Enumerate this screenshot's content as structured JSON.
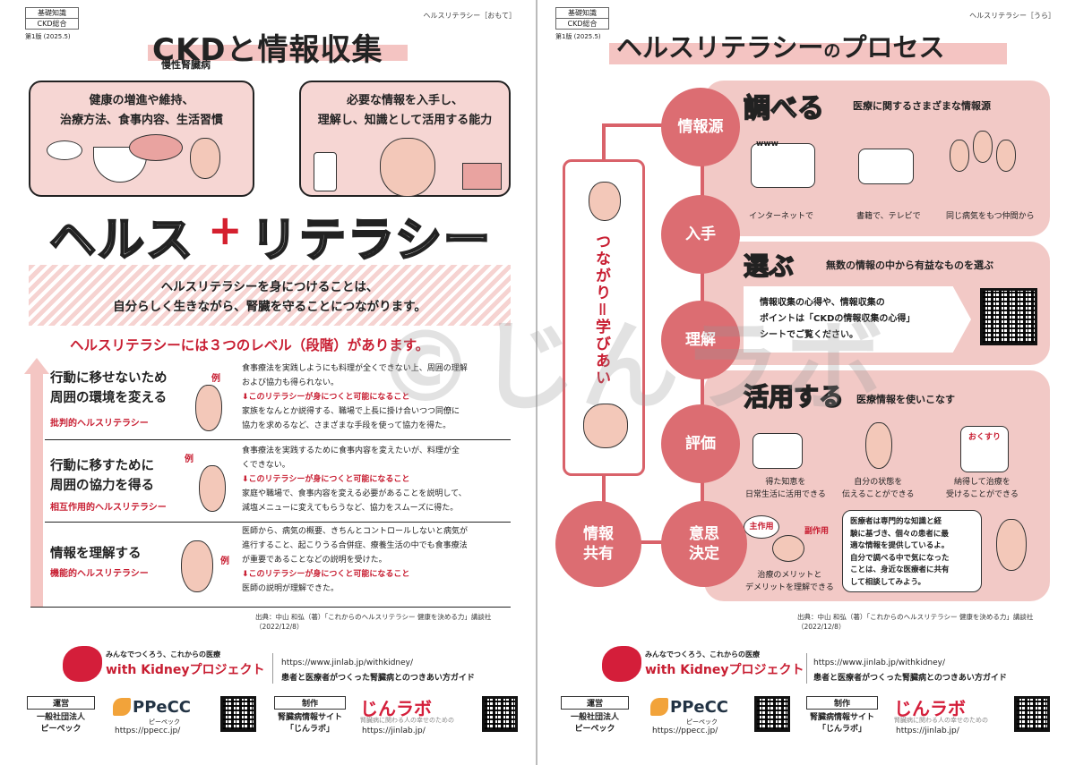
{
  "left": {
    "tag": [
      "基礎知識",
      "CKD総合"
    ],
    "edition": "第1版 (2025.5)",
    "corner": "ヘルスリテラシー［おもて］",
    "title": "CKDと情報収集",
    "title_ruby": "慢性腎臓病",
    "bubble1": [
      "健康の増進や維持、",
      "治療方法、食事内容、生活習慣"
    ],
    "bubble2": [
      "必要な情報を入手し、",
      "理解し、知識として活用する能力"
    ],
    "big_word_a": "ヘルス",
    "big_plus": "+",
    "big_word_b": "リテラシー",
    "banner": [
      "ヘルスリテラシーを身につけることは、",
      "自分らしく生きながら、腎臓を守ることにつながります。"
    ],
    "levels_heading": "ヘルスリテラシーには３つのレベル（段階）があります。",
    "example_label": "例",
    "levels": [
      {
        "title": [
          "行動に移せないため",
          "周囲の環境を変える"
        ],
        "subtitle": "批判的ヘルスリテラシー",
        "before": [
          "食事療法を実践しようにも料理が全くできない上、周囲の理解",
          "および協力も得られない。"
        ],
        "arrow": "このリテラシーが身につくと可能になること",
        "after": [
          "家族をなんとか説得する、職場で上長に掛け合いつつ同僚に",
          "協力を求めるなど、さまざまな手段を使って協力を得た。"
        ]
      },
      {
        "title": [
          "行動に移すために",
          "周囲の協力を得る"
        ],
        "subtitle": "相互作用的ヘルスリテラシー",
        "before": [
          "食事療法を実践するために食事内容を変えたいが、料理が全",
          "くできない。"
        ],
        "arrow": "このリテラシーが身につくと可能になること",
        "after": [
          "家庭や職場で、食事内容を変える必要があることを説明して、",
          "減塩メニューに変えてもらうなど、協力をスムーズに得た。"
        ]
      },
      {
        "title": [
          "情報を理解する"
        ],
        "subtitle": "機能的ヘルスリテラシー",
        "before": [
          "医師から、病気の概要、きちんとコントロールしないと病気が",
          "進行すること、起こりうる合併症、療養生活の中でも食事療法",
          "が重要であることなどの説明を受けた。"
        ],
        "arrow": "このリテラシーが身につくと可能になること",
        "after": [
          "医師の説明が理解できた。"
        ]
      }
    ],
    "source": "出典：中山 和弘（著）「これからのヘルスリテラシー 健康を決める力」講談社（2022/12/8）"
  },
  "right": {
    "tag": [
      "基礎知識",
      "CKD総合"
    ],
    "edition": "第1版 (2025.5)",
    "corner": "ヘルスリテラシー［うら］",
    "title_a": "ヘルスリテラシー",
    "title_no": "の",
    "title_b": "プロセス",
    "vertical_text": "つながり＝学びあい",
    "nodes": [
      "情報源",
      "入手",
      "理解",
      "評価",
      "意思\n決定",
      "情報\n共有"
    ],
    "sec1": {
      "head": "調べる",
      "desc": "医療に関するさまざまな情報源",
      "items": [
        "インターネットで",
        "書籍で、テレビで",
        "同じ病気をもつ仲間から"
      ]
    },
    "sec2": {
      "head": "選ぶ",
      "desc": "無数の情報の中から有益なものを選ぶ",
      "text": [
        "情報収集の心得や、情報収集の",
        "ポイントは「CKDの情報収集の心得」",
        "シートでご覧ください。"
      ]
    },
    "sec3": {
      "head": "活用する",
      "desc": "医療情報を使いこなす",
      "items": [
        [
          "得た知恵を",
          "日常生活に活用できる"
        ],
        [
          "自分の状態を",
          "伝えることができる"
        ],
        [
          "納得して治療を",
          "受けることができる"
        ]
      ],
      "pill_a": "主作用",
      "pill_b": "副作用",
      "pill_caption": [
        "治療のメリットと",
        "デメリットを理解できる"
      ],
      "note": [
        "医療者は専門的な知識と経",
        "験に基づき、個々の患者に最",
        "適な情報を提供しているよ。",
        "自分で調べる中で気になった",
        "ことは、身近な医療者に共有",
        "して相談してみよう。"
      ],
      "medbag": "おくすり",
      "www": "www"
    },
    "source": "出典：中山 和弘（著）「これからのヘルスリテラシー 健康を決める力」講談社（2022/12/8）"
  },
  "footer": {
    "tagline": "みんなでつくろう、これからの医療",
    "project": "with Kidneyプロジェクト",
    "url": "https://www.jinlab.jp/withkidney/",
    "desc": "患者と医療者がつくった腎臓病とのつきあい方ガイド",
    "org_label": "運営",
    "org_name": [
      "一般社団法人",
      "ピーペック"
    ],
    "ppecc": "PPeCC",
    "ppecc_kana": "ピーペック",
    "ppecc_url": "https://ppecc.jp/",
    "maker_label": "制作",
    "maker_name": [
      "腎臓病情報サイト",
      "「じんラボ」"
    ],
    "jinlab": "じんラボ",
    "jinlab_sub": "腎臓病に関わる人の幸せのための",
    "jinlab_url": "https://jinlab.jp/"
  },
  "watermark": "©じんラボ",
  "colors": {
    "accent": "#c81e32",
    "pink": "#f2c9c6",
    "node": "#dc6d72"
  }
}
